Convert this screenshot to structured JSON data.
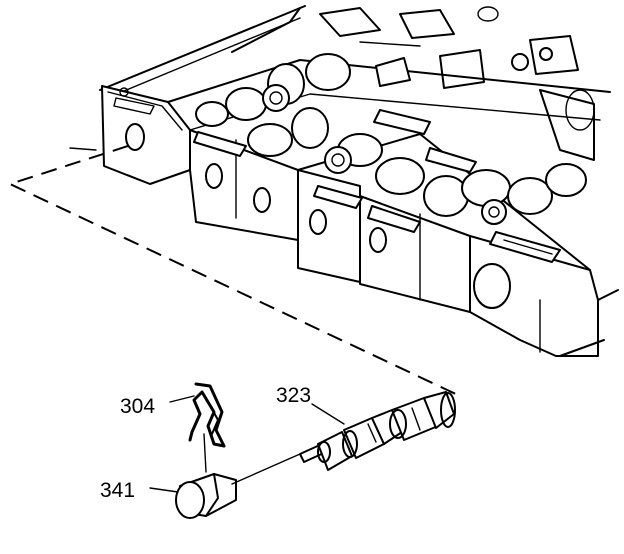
{
  "callouts": [
    {
      "id": "clip",
      "number": "304"
    },
    {
      "id": "valve",
      "number": "323"
    },
    {
      "id": "plug",
      "number": "341"
    }
  ]
}
